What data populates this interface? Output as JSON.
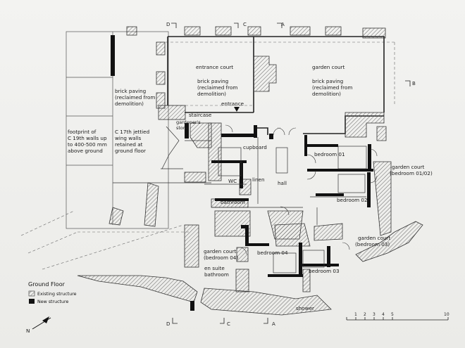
{
  "plan": {
    "title": "Ground Floor",
    "legend": [
      {
        "label": "Existing structure",
        "swatch": "hatched"
      },
      {
        "label": "New structure",
        "swatch": "solid"
      }
    ],
    "north_label": "N",
    "scale": {
      "ticks": [
        "1",
        "2",
        "3",
        "4",
        "5",
        "10"
      ]
    },
    "grid_letters": {
      "top": [
        "D",
        "C",
        "A"
      ],
      "bottom": [
        "D",
        "C",
        "A"
      ],
      "right": [
        "B"
      ]
    },
    "rooms": {
      "entrance_court": "entrance court",
      "entrance_court_paving_1": "brick paving",
      "entrance_court_paving_2": "(reclaimed from",
      "entrance_court_paving_3": "demolition)",
      "garden_court": "garden court",
      "garden_court_paving_1": "brick paving",
      "garden_court_paving_2": "(reclaimed from",
      "garden_court_paving_3": "demolition)",
      "brick_paving_left_1": "brick paving",
      "brick_paving_left_2": "(reclaimed from",
      "brick_paving_left_3": "demolition)",
      "footprint_1": "footprint of",
      "footprint_2": "C 19th walls up",
      "footprint_3": "to 400-500 mm",
      "footprint_4": "above ground",
      "jettied_1": "C 17th jettied",
      "jettied_2": "wing walls",
      "jettied_3": "retained at",
      "jettied_4": "ground floor",
      "entrance": "entrance",
      "staircase": "staircase",
      "gardeners_store_1": "gardener's",
      "gardeners_store_2": "store",
      "cupboard": "cupboard",
      "linen": "linen",
      "hall": "hall",
      "wc": "WC",
      "bathroom": "bathroom",
      "bedroom_01": "bedroom 01",
      "bedroom_02": "bedroom 02",
      "bedroom_03": "bedroom 03",
      "bedroom_04": "bedroom 04",
      "garden_court_0102_1": "garden court",
      "garden_court_0102_2": "(bedroom 01/02)",
      "garden_court_03_1": "garden court",
      "garden_court_03_2": "(bedroom 03)",
      "garden_court_04_1": "garden court",
      "garden_court_04_2": "(bedroom 04)",
      "en_suite_1": "en suite",
      "en_suite_2": "bathroom",
      "shower": "shower"
    }
  }
}
